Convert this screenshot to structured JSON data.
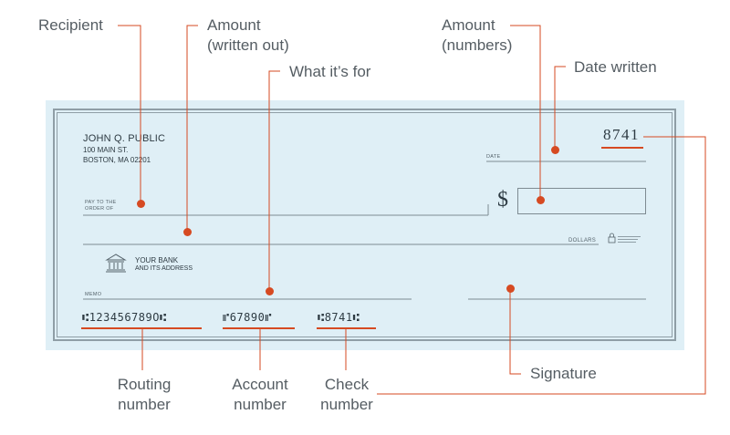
{
  "labels": {
    "recipient": "Recipient",
    "amount_written_1": "Amount",
    "amount_written_2": "(written out)",
    "what_for": "What it’s for",
    "amount_numbers_1": "Amount",
    "amount_numbers_2": "(numbers)",
    "date_written": "Date written",
    "routing_1": "Routing",
    "routing_2": "number",
    "account_1": "Account",
    "account_2": "number",
    "check_1": "Check",
    "check_2": "number",
    "signature": "Signature"
  },
  "check": {
    "name": "JOHN Q. PUBLIC",
    "address_1": "100 MAIN ST.",
    "address_2": "BOSTON, MA 02201",
    "number": "8741",
    "date_label": "DATE",
    "pay_to_1": "PAY TO THE",
    "pay_to_2": "ORDER OF",
    "dollar_sign": "$",
    "dollars_label": "DOLLARS",
    "bank_name": "YOUR BANK",
    "bank_address": "AND ITS ADDRESS",
    "memo_label": "MEMO",
    "routing_micr": "⑆123456789O⑆",
    "account_micr": "⑈67890⑈",
    "check_micr": "⑆8741⑆"
  },
  "colors": {
    "accent": "#d64a22",
    "check_bg": "#dfeff6",
    "text": "#555d63"
  }
}
